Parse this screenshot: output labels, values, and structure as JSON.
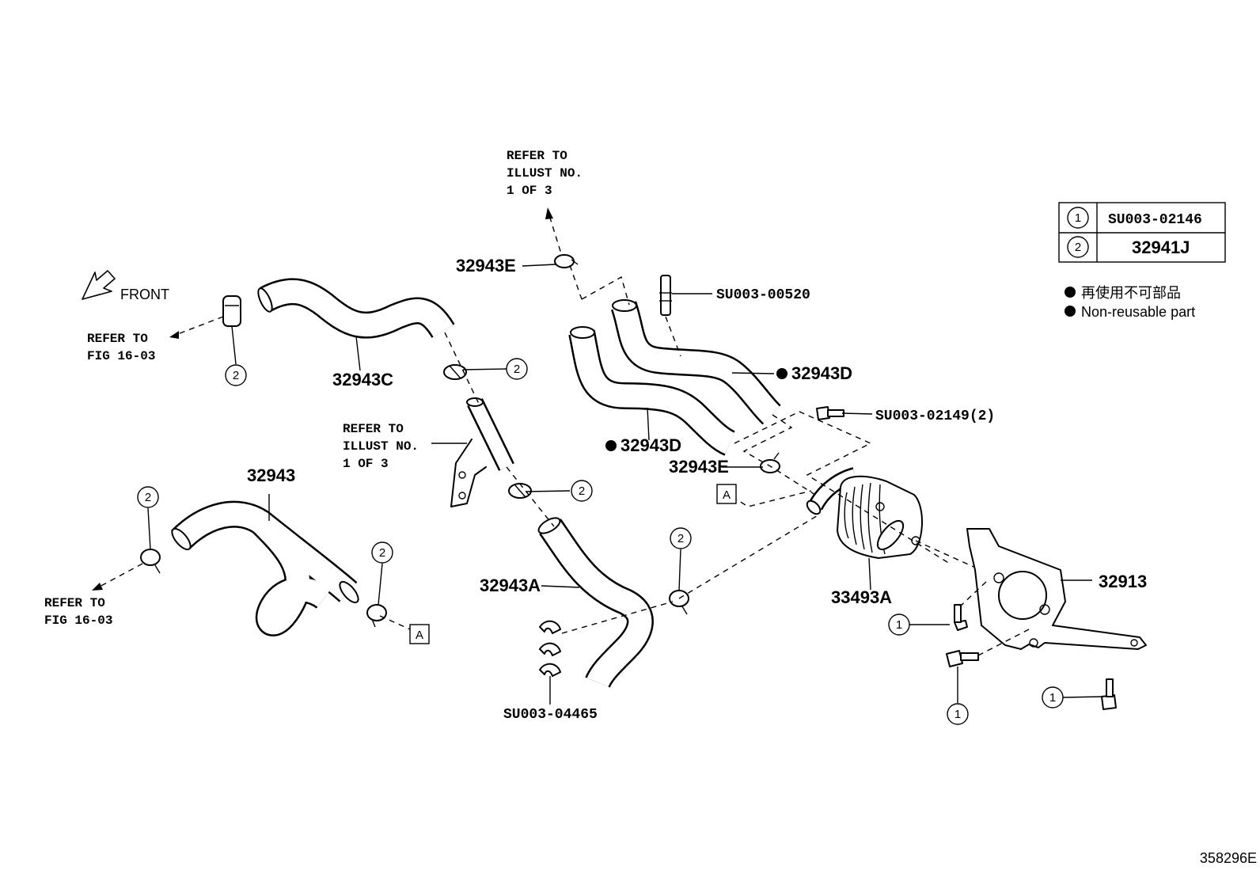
{
  "legend": {
    "rows": [
      {
        "number": "1",
        "part": "SU003-02146"
      },
      {
        "number": "2",
        "part": "32941J"
      }
    ],
    "non_reusable_jp": "再使用不可部品",
    "non_reusable_en": "Non-reusable part"
  },
  "front_label": "FRONT",
  "refer_fig_top_left": [
    "REFER TO",
    "FIG 16-03"
  ],
  "refer_fig_bottom_left": [
    "REFER TO",
    "FIG 16-03"
  ],
  "refer_illust_top": [
    "REFER TO",
    "ILLUST NO.",
    "1 OF 3"
  ],
  "refer_illust_mid": [
    "REFER TO",
    "ILLUST NO.",
    "1 OF 3"
  ],
  "parts": {
    "p32943C": "32943C",
    "p32943": "32943",
    "p32943A": "32943A",
    "p32943E_top": "32943E",
    "p32943E_mid": "32943E",
    "p32943D_upper": "32943D",
    "p32943D_lower": "32943D",
    "pSU00300520": "SU003-00520",
    "pSU00302149": "SU003-02149(2)",
    "pSU00304465": "SU003-04465",
    "p33493A": "33493A",
    "p32913": "32913"
  },
  "refs": {
    "one": "1",
    "two": "2"
  },
  "connector_a": "A",
  "figure_number": "358296E"
}
